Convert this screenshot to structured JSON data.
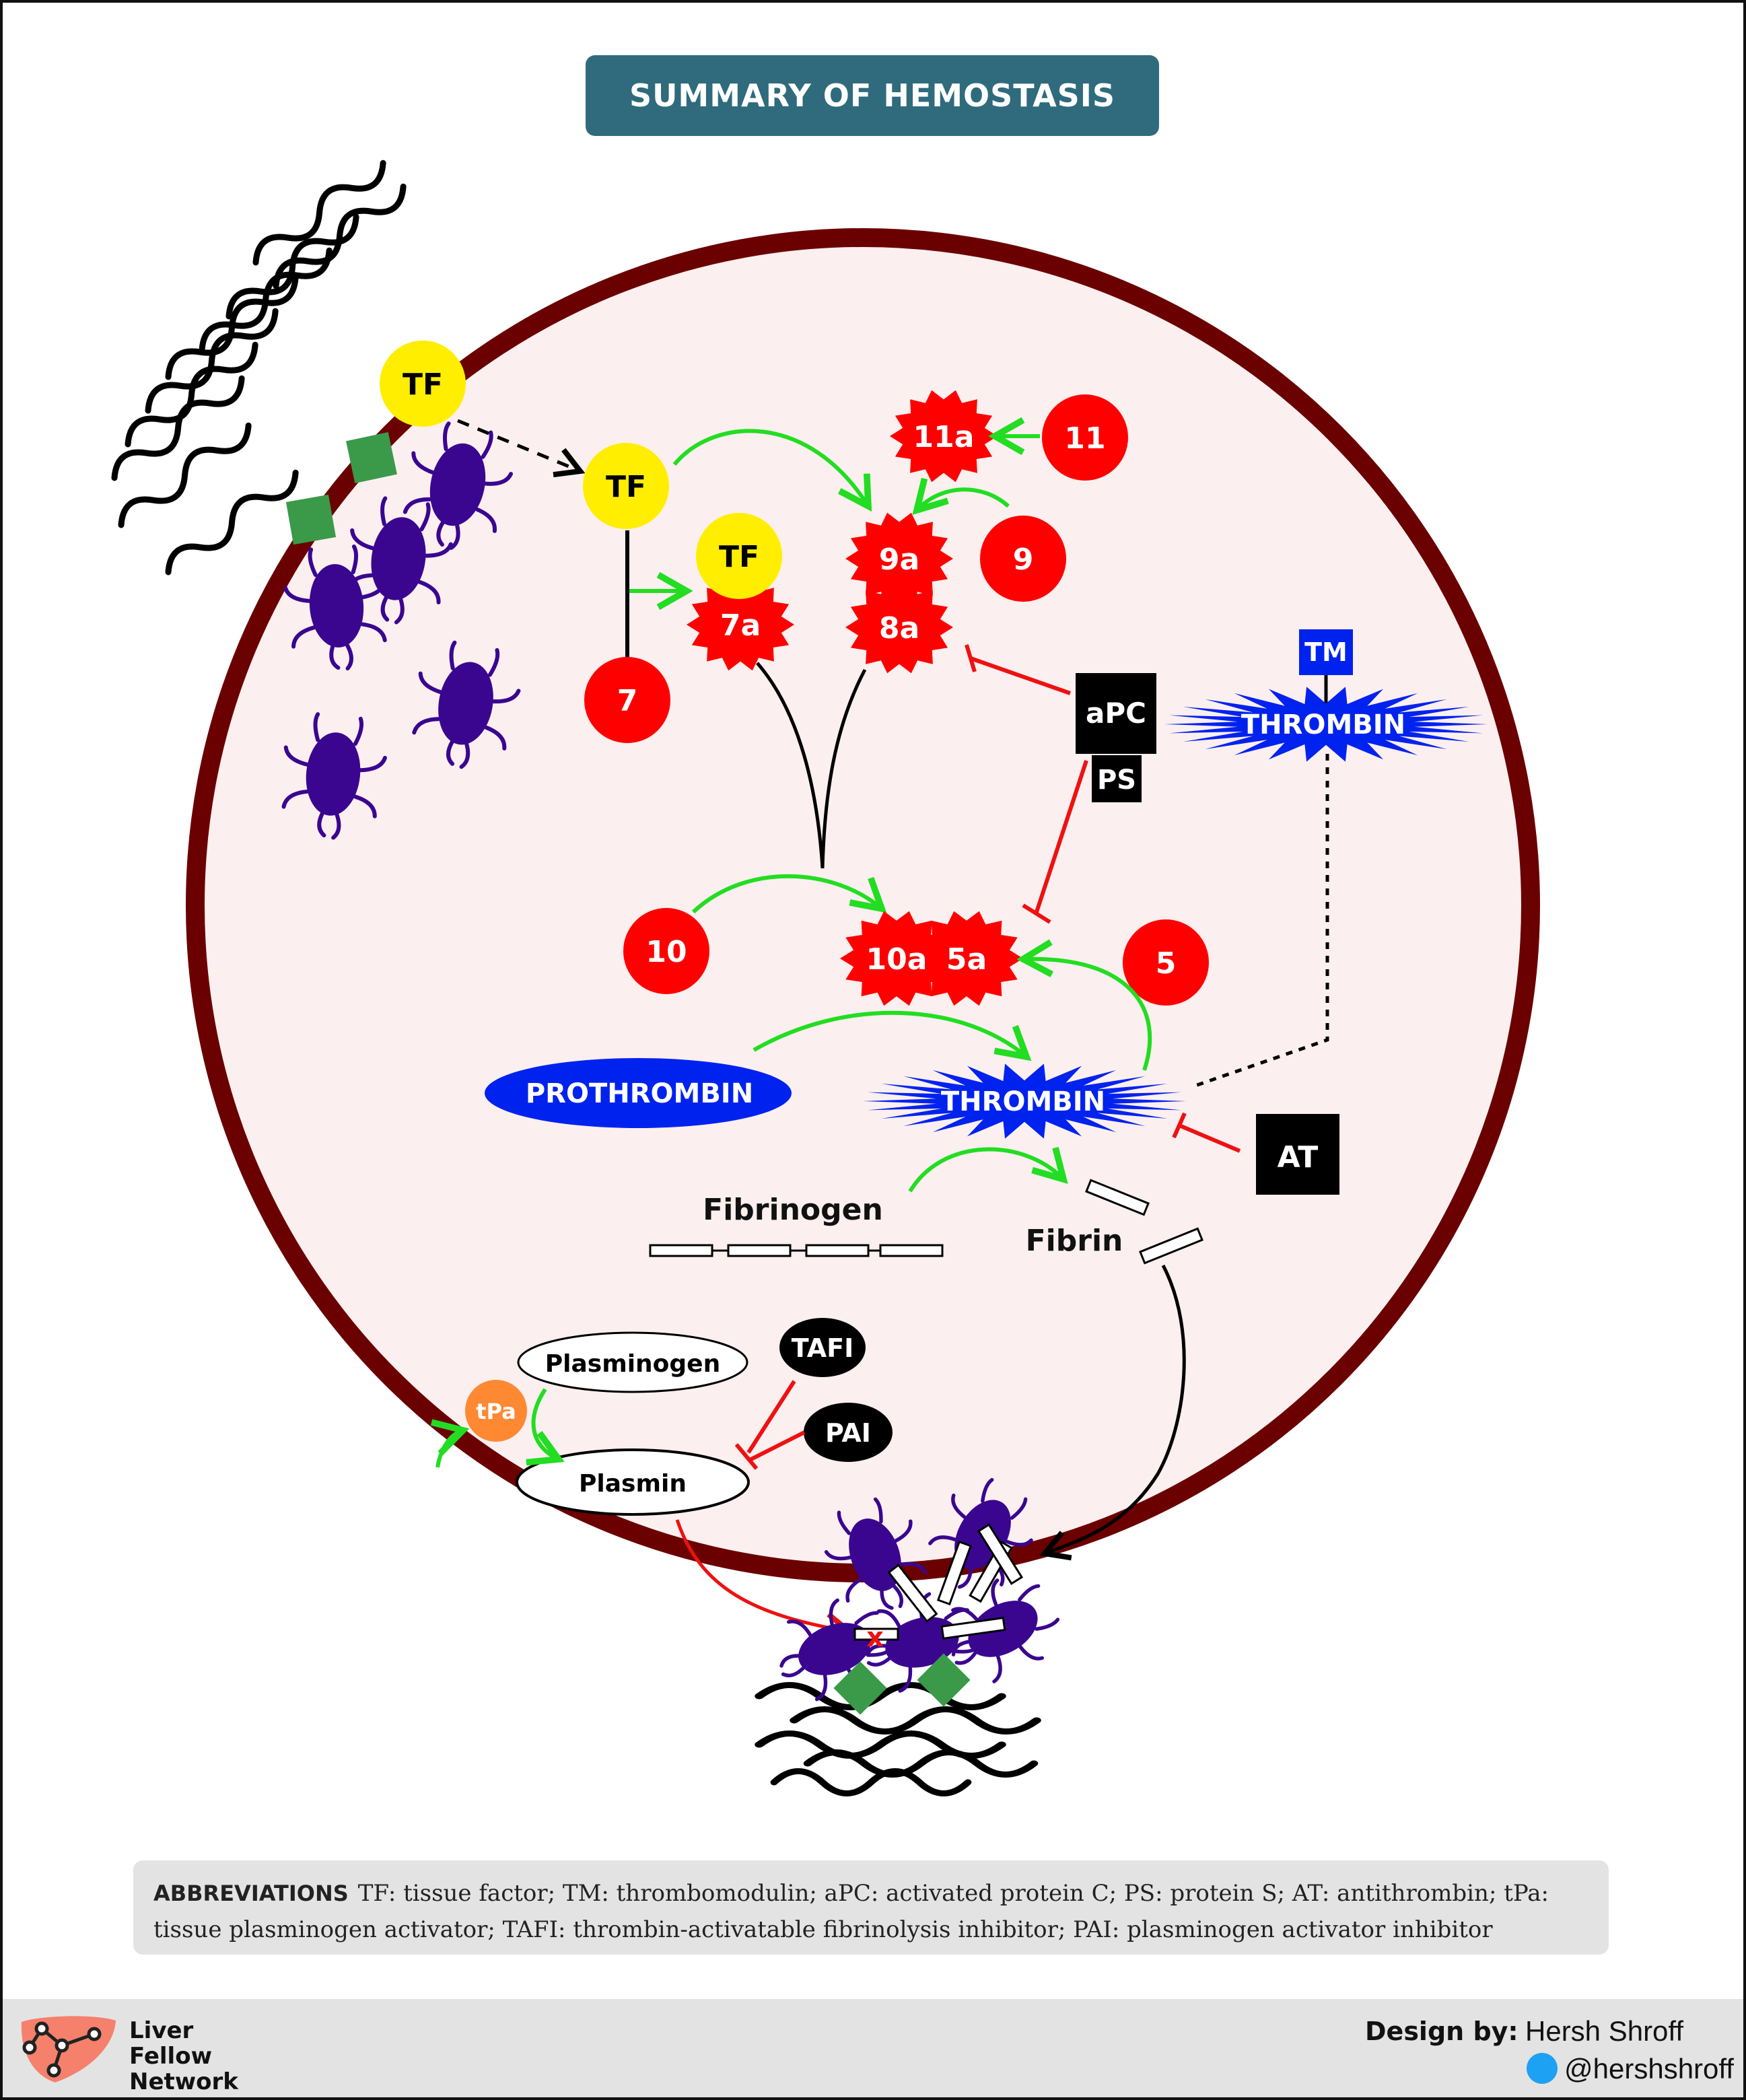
{
  "title": "SUMMARY OF HEMOSTASIS",
  "factors": {
    "tf_wall": "TF",
    "tf_main": "TF",
    "tf_7a": "TF",
    "f7": "7",
    "f7a": "7a",
    "f11": "11",
    "f11a": "11a",
    "f9": "9",
    "f9a": "9a",
    "f8a": "8a",
    "f10": "10",
    "f10a": "10a",
    "f5": "5",
    "f5a": "5a"
  },
  "regulators": {
    "apc": "aPC",
    "ps": "PS",
    "tm": "TM",
    "thrombin_upper": "THROMBIN",
    "at": "AT"
  },
  "coagulation": {
    "prothrombin": "PROTHROMBIN",
    "thrombin": "THROMBIN",
    "fibrinogen": "Fibrinogen",
    "fibrin": "Fibrin"
  },
  "fibrinolysis": {
    "plasminogen": "Plasminogen",
    "plasmin": "Plasmin",
    "tpa": "tPa",
    "tafi": "TAFI",
    "pai": "PAI"
  },
  "abbreviations": {
    "heading": "ABBREVIATIONS",
    "text": "TF: tissue factor; TM: thrombomodulin; aPC: activated protein C; PS: protein S; AT: antithrombin; tPa: tissue plasminogen activator; TAFI: thrombin-activatable fibrinolysis inhibitor; PAI: plasminogen activator inhibitor"
  },
  "footer": {
    "logo_lines": [
      "Liver",
      "Fellow",
      "Network"
    ],
    "design_by_label": "Design by:",
    "author": "Hersh Shroff",
    "twitter_handle": "@hershshroff"
  },
  "colors": {
    "vessel_wall": "#6b0000",
    "vessel_fill": "#fcefef",
    "factor_red": "#ff0000",
    "tf_yellow": "#ffee00",
    "thrombin_blue": "#0022ee",
    "activation_green": "#22dd22",
    "inhibition_red": "#ee1111",
    "platelet_purple": "#3a0690",
    "collagen_green": "#3a9a4a",
    "tpa_orange": "#ff8833",
    "title_bg": "#2f6b7c"
  },
  "icons": [
    "platelet-icon",
    "collagen-fiber-icon",
    "tissue-factor-square-icon",
    "twitter-icon",
    "liver-network-logo-icon"
  ]
}
